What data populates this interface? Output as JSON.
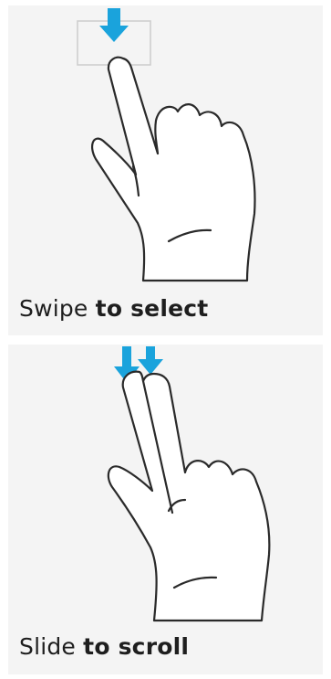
{
  "gestures": [
    {
      "id": "select",
      "caption_plain": "Swipe",
      "caption_bold": "to select",
      "icons": [
        "down-arrow-icon",
        "selection-box-icon",
        "hand-one-finger-icon"
      ]
    },
    {
      "id": "scroll",
      "caption_plain": "Slide",
      "caption_bold": "to scroll",
      "icons": [
        "two-down-arrows-icon",
        "hand-two-finger-icon"
      ]
    }
  ],
  "colors": {
    "panel_background": "#f4f4f4",
    "arrow": "#1aa3dc",
    "outline": "#2a2a2a",
    "selection_box": "#cfcfcf",
    "text": "#1e1e1e"
  }
}
